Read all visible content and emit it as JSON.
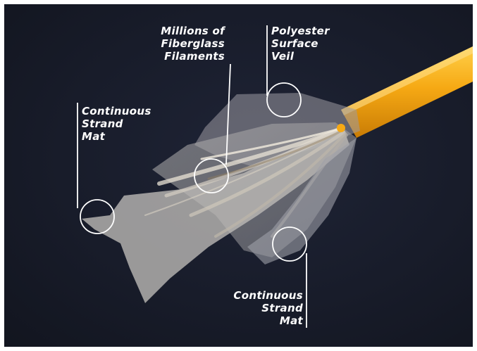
{
  "callouts": {
    "fiberglass": {
      "lines": [
        "Millions of",
        "Fiberglass",
        "Filaments"
      ]
    },
    "veil": {
      "lines": [
        "Polyester",
        "Surface",
        "Veil"
      ]
    },
    "strand_mat_left": {
      "lines": [
        "Continuous",
        "Strand",
        "Mat"
      ]
    },
    "strand_mat_bottom": {
      "lines": [
        "Continuous",
        "Strand",
        "Mat"
      ]
    }
  },
  "colors": {
    "background": "#181c2a",
    "rod": "#f6a914",
    "callout": "#ffffff",
    "fiber": "#c9c2b6"
  }
}
